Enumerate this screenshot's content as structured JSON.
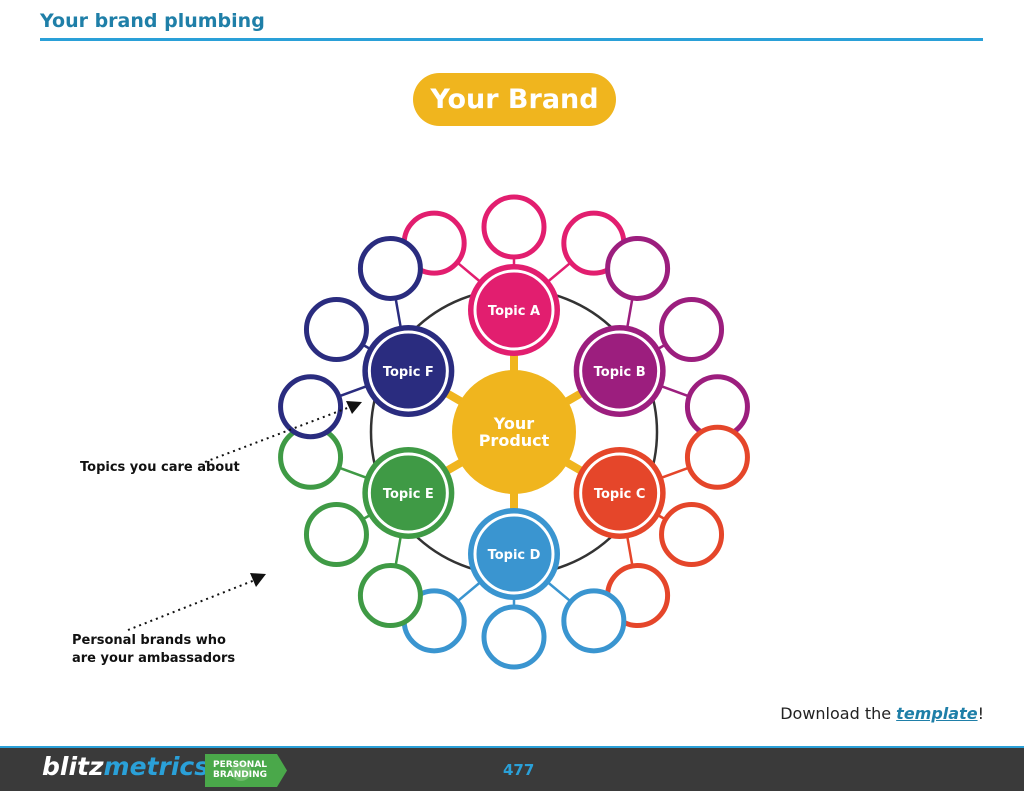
{
  "header": {
    "title": "Your brand plumbing"
  },
  "brand": {
    "label": "Your Brand",
    "color": "#f0b51e"
  },
  "center": {
    "lines": [
      "Your",
      "Product"
    ],
    "color": "#f0b51e"
  },
  "topics": [
    {
      "label": "Topic A",
      "color": "#e21e6f"
    },
    {
      "label": "Topic B",
      "color": "#9c1e7e"
    },
    {
      "label": "Topic C",
      "color": "#e5462a"
    },
    {
      "label": "Topic D",
      "color": "#3a95d0"
    },
    {
      "label": "Topic E",
      "color": "#3f9a45"
    },
    {
      "label": "Topic F",
      "color": "#2a2c7f"
    }
  ],
  "callouts": {
    "topics": "Topics you care about",
    "ambassadors_line1": "Personal brands who",
    "ambassadors_line2": "are your ambassadors"
  },
  "download": {
    "prefix": "Download the ",
    "link": "template",
    "suffix": "!"
  },
  "footer": {
    "logo_part1": "blitz",
    "logo_part2": "metrics",
    "badge_line1": "PERSONAL",
    "badge_line2": "BRANDING",
    "page_number": "477"
  },
  "colors": {
    "accent": "#2aa0d8",
    "dark": "#3a3a3a",
    "badge": "#4aa84a"
  }
}
